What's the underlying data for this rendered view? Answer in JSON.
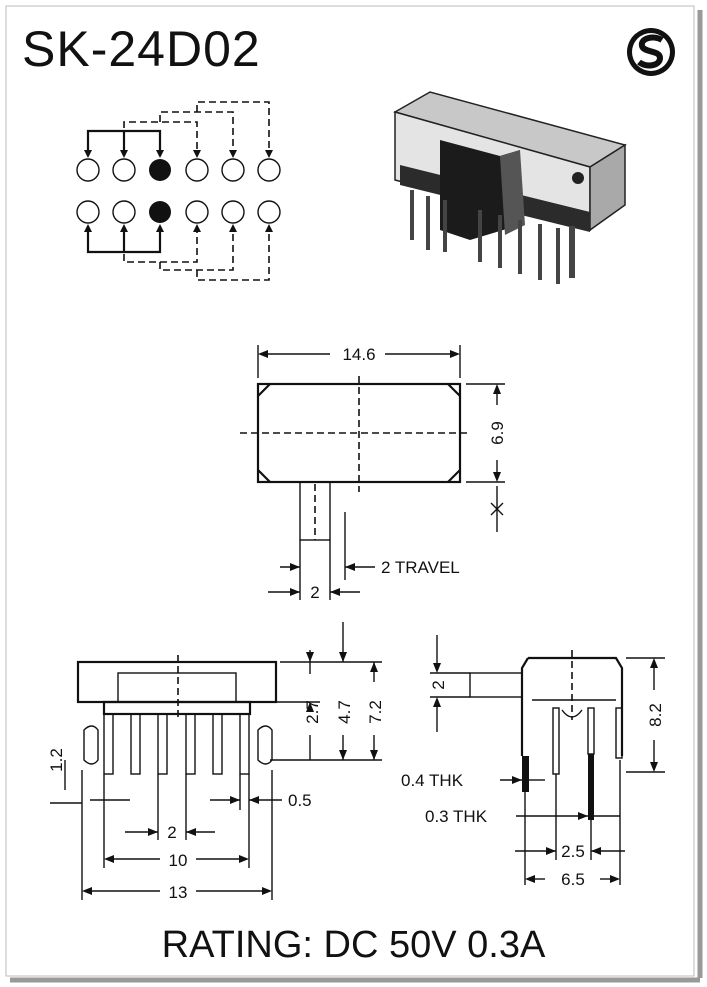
{
  "header": {
    "part_number": "SK-24D02",
    "brand_icon": "s-logo-icon"
  },
  "dimensions": {
    "width": "14.6",
    "height": "6.9",
    "actuator_width": "2",
    "travel": "2 TRAVEL",
    "pin_pitch": "2",
    "row_span": "10",
    "overall_length": "13",
    "pin_width": "0.5",
    "lead_length": "1.2",
    "h_body": "2.7",
    "h_top": "4.7",
    "h_total": "7.2",
    "side_actuator": "2",
    "side_height": "8.2",
    "thk_a": "0.4 THK",
    "thk_b": "0.3 THK",
    "side_pitch": "2.5",
    "side_width": "6.5"
  },
  "footer": {
    "rating": "RATING: DC 50V 0.3A"
  }
}
